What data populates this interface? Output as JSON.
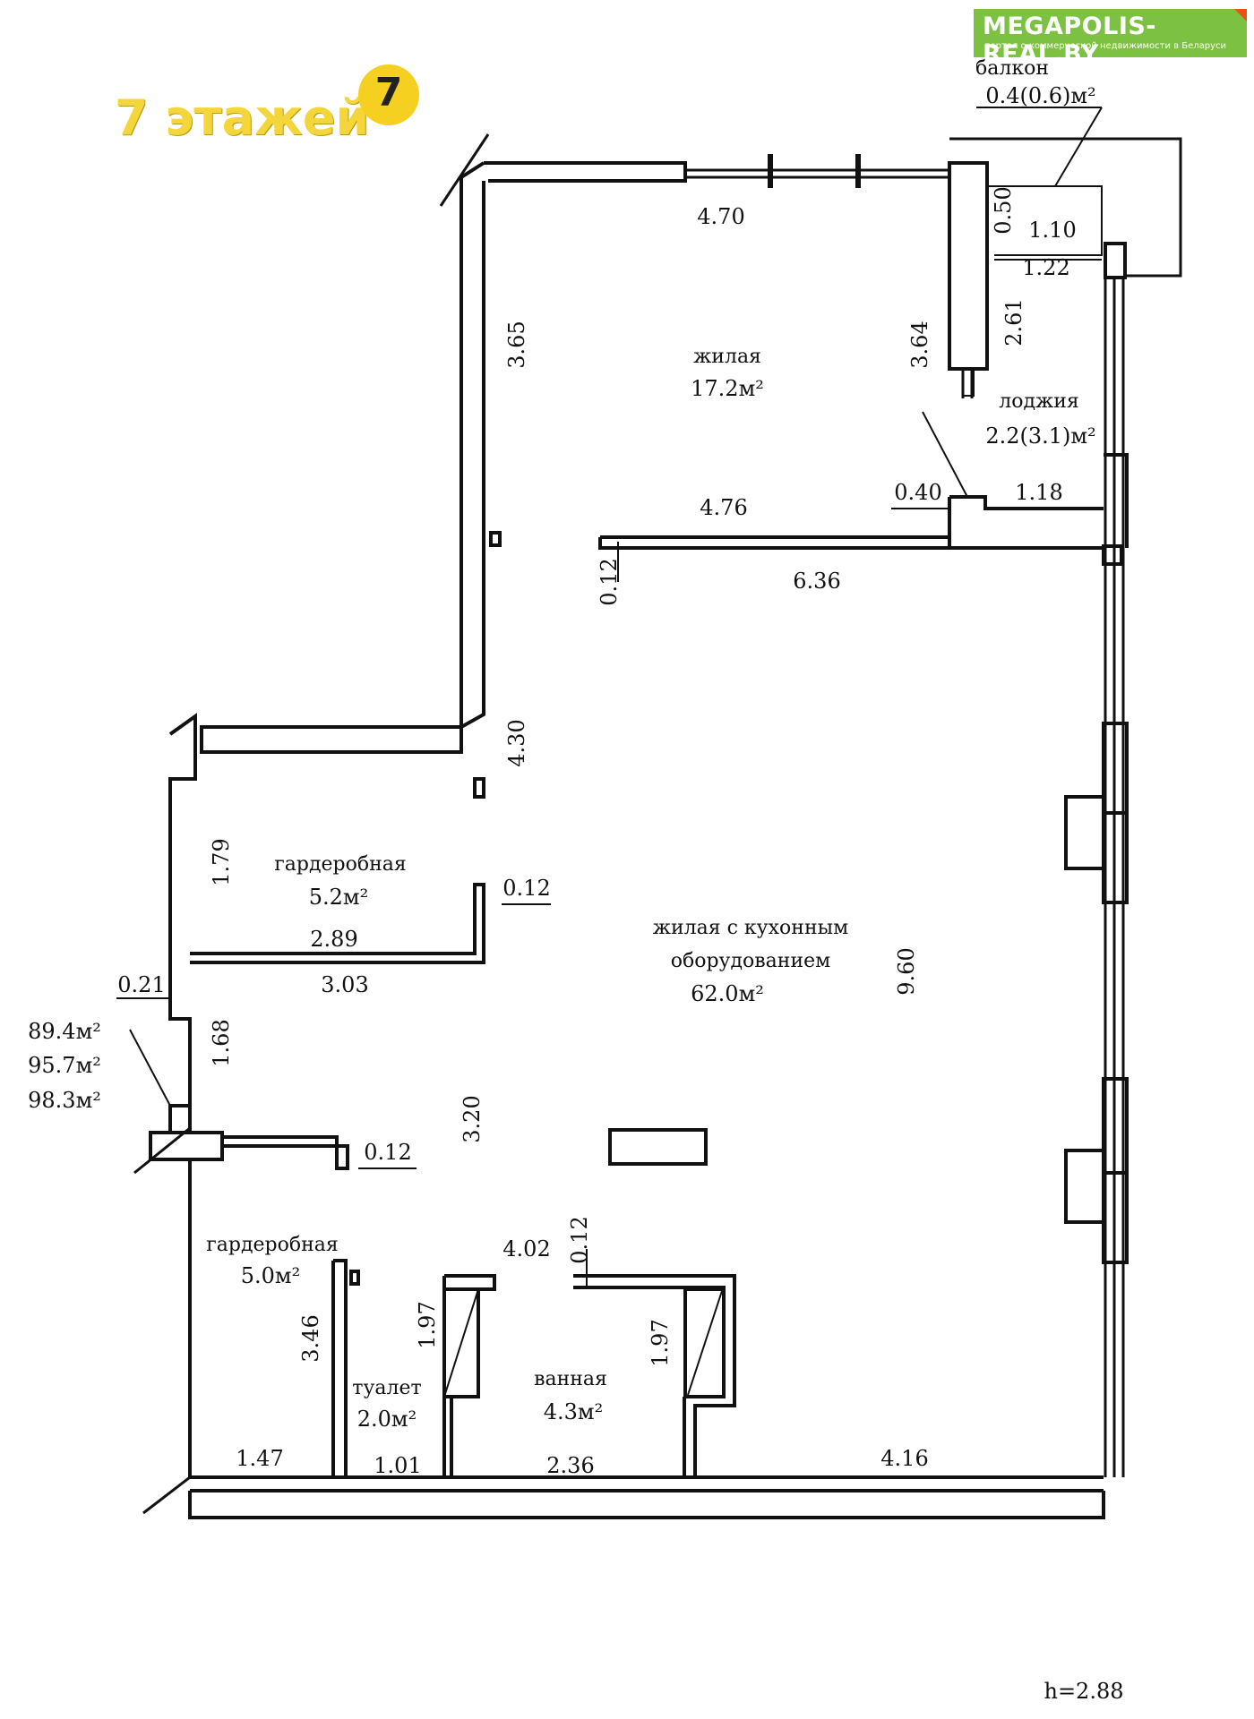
{
  "brand": {
    "site": "MEGAPOLIS-REAL.BY",
    "tagline": "портал о коммерческой недвижимости в Беларуси"
  },
  "floors": {
    "label": "7 этажей",
    "icon_text": "7"
  },
  "rooms": [
    {
      "name": "балкон",
      "area": "0.4(0.6)м²"
    },
    {
      "name": "жилая",
      "area": "17.2м²"
    },
    {
      "name": "лоджия",
      "area": "2.2(3.1)м²"
    },
    {
      "name": "гардеробная",
      "area": "5.2м²"
    },
    {
      "name": "жилая с кухонным",
      "name2": "оборудованием",
      "area": "62.0м²"
    },
    {
      "name": "гардеробная",
      "area": "5.0м²"
    },
    {
      "name": "туалет",
      "area": "2.0м²"
    },
    {
      "name": "ванная",
      "area": "4.3м²"
    }
  ],
  "totals": [
    "89.4м²",
    "95.7м²",
    "98.3м²"
  ],
  "dimensions": [
    "4.70",
    "0.50",
    "1.10",
    "1.22",
    "2.61",
    "3.65",
    "3.64",
    "0.40",
    "1.18",
    "4.76",
    "0.12",
    "6.36",
    "4.30",
    "1.79",
    "0.12",
    "2.89",
    "3.03",
    "9.60",
    "0.21",
    "1.68",
    "3.20",
    "0.12",
    "4.02",
    "0.12",
    "3.46",
    "1.97",
    "1.97",
    "1.47",
    "1.01",
    "2.36",
    "4.16"
  ],
  "ceiling": "h=2.88"
}
